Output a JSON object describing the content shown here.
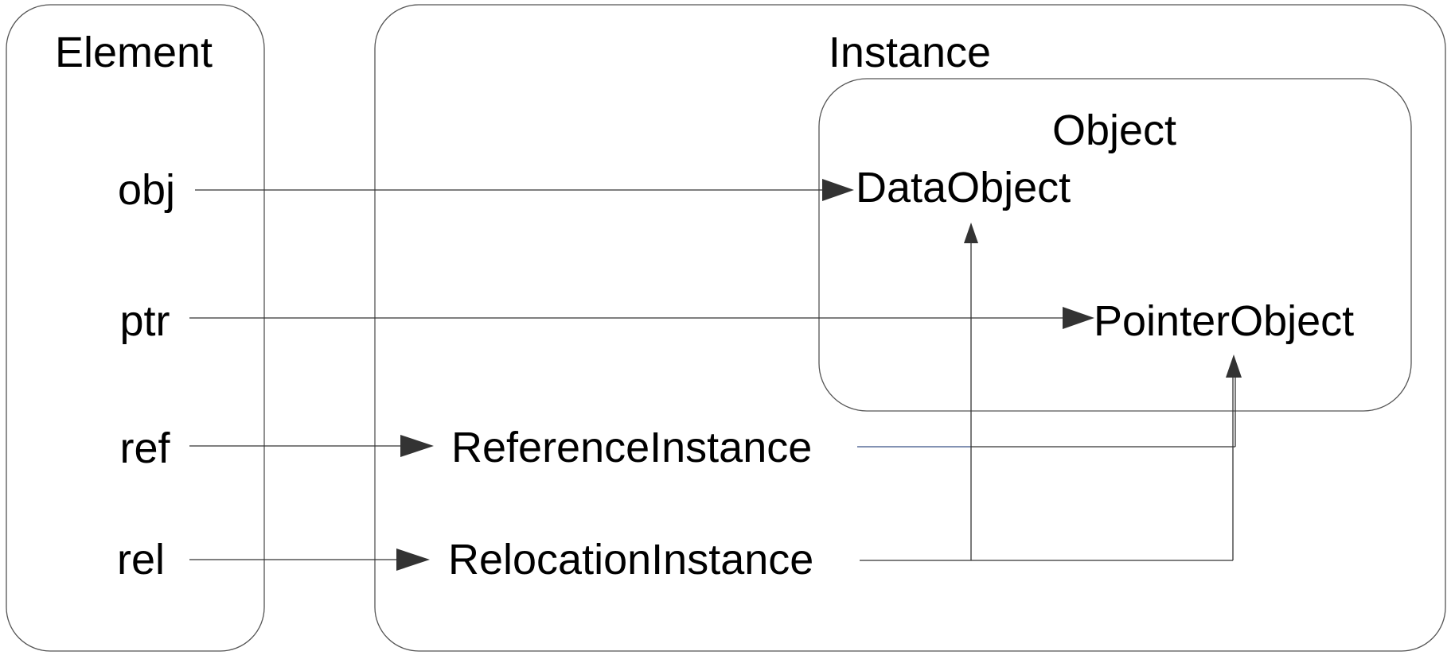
{
  "groups": {
    "element": {
      "title": "Element"
    },
    "instance": {
      "title": "Instance"
    },
    "object": {
      "title": "Object"
    }
  },
  "elements": {
    "obj": "obj",
    "ptr": "ptr",
    "ref": "ref",
    "rel": "rel"
  },
  "nodes": {
    "data_object": "DataObject",
    "pointer_object": "PointerObject",
    "reference_instance": "ReferenceInstance",
    "relocation_instance": "RelocationInstance"
  },
  "colors": {
    "stroke": "#555555",
    "arrow": "#333333",
    "connector_highlight": "#5a6e9a"
  }
}
